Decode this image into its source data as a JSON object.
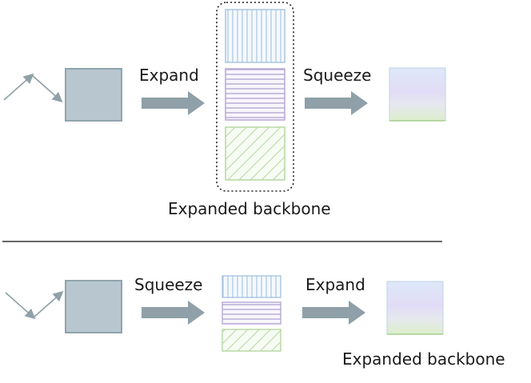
{
  "top": {
    "expand_label": "Expand",
    "squeeze_label": "Squeeze",
    "caption": "Expanded backbone"
  },
  "bottom": {
    "squeeze_label": "Squeeze",
    "expand_label": "Expand",
    "caption": "Expanded backbone"
  },
  "colors": {
    "block": "#b8c7cf",
    "block_border": "#8fa3ad",
    "arrow": "#8fa0a8",
    "blue_hatch": "#a9c6e0",
    "purple_hatch": "#b6a9d6",
    "green_hatch": "#b6d7a3",
    "divider": "#333333"
  }
}
